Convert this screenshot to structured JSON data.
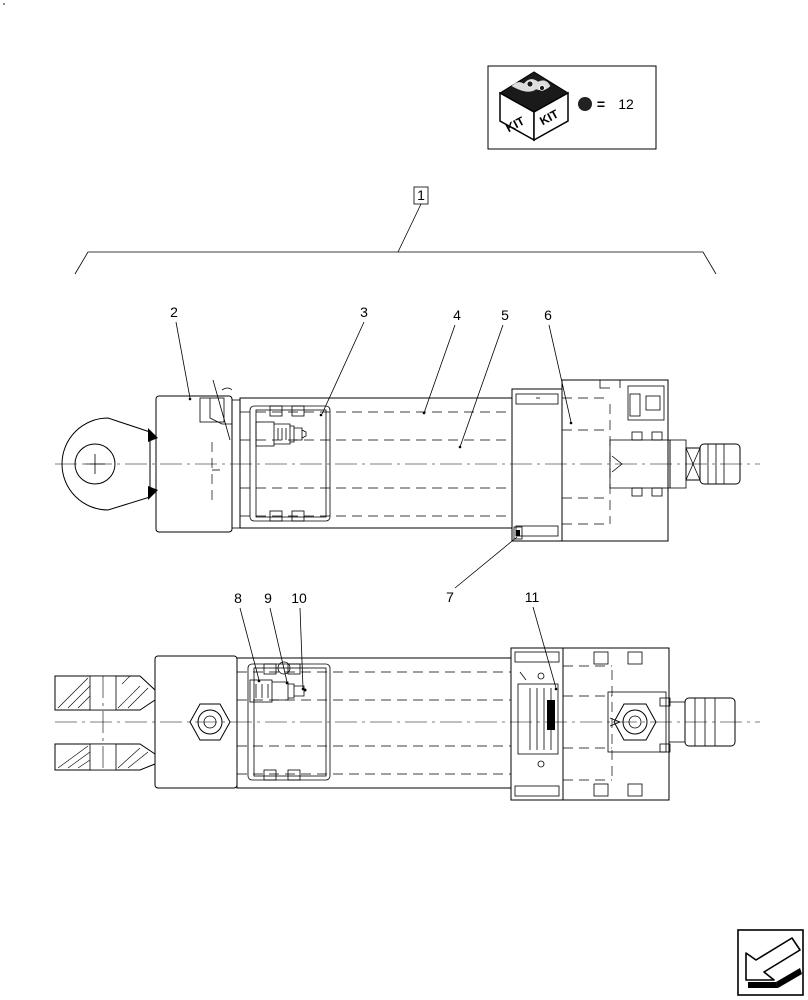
{
  "kit": {
    "left_text": "KIT",
    "right_text": "KIT",
    "equals": "=",
    "number": "12"
  },
  "callouts": {
    "assembly": "1",
    "c2": "2",
    "c3": "3",
    "c4": "4",
    "c5": "5",
    "c6": "6",
    "c7": "7",
    "c8": "8",
    "c9": "9",
    "c10": "10",
    "c11": "11"
  },
  "icons": {
    "kit": "kit-box-icon",
    "navigation": "navigation-arrow-icon"
  }
}
